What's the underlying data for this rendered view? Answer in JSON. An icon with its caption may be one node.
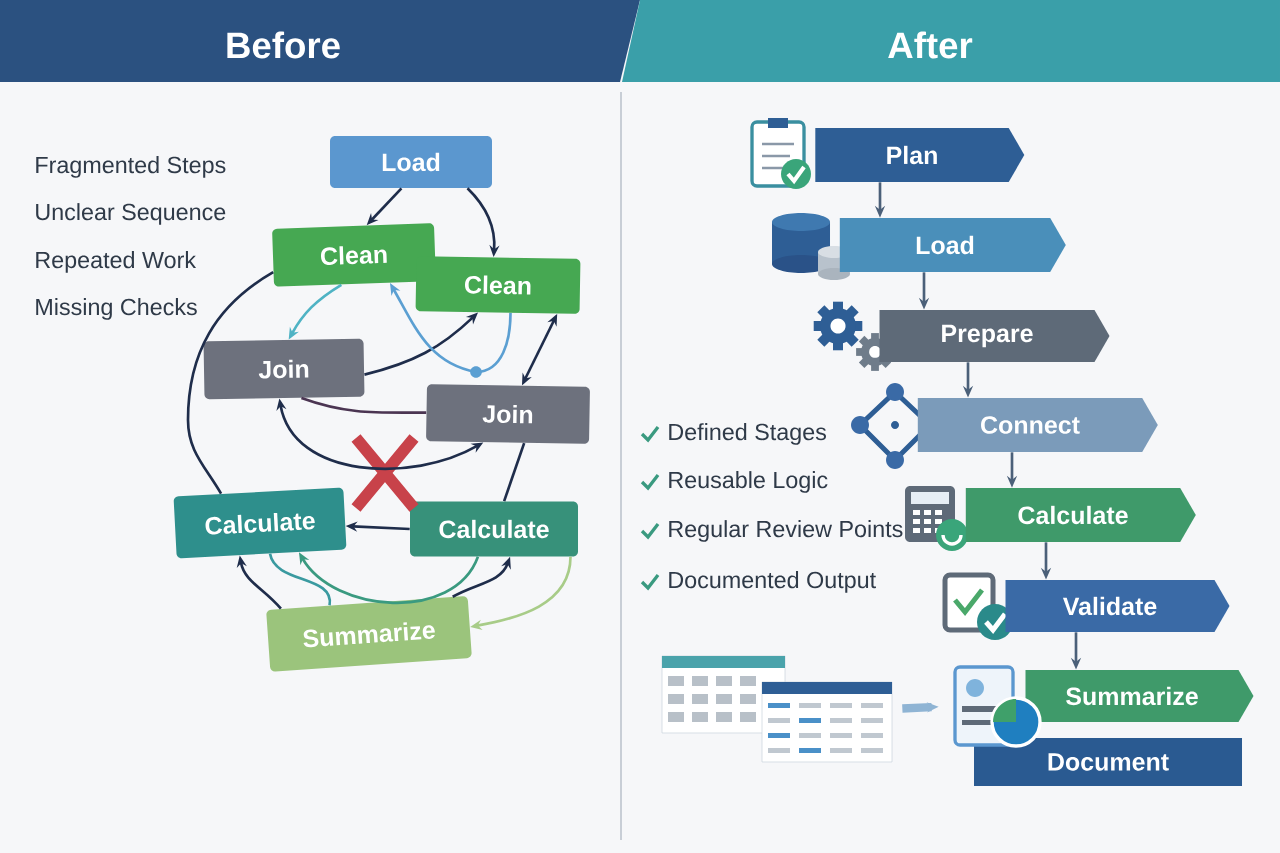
{
  "diagram": {
    "nodes": [
      {
        "text": [
          "Before"
        ]
      },
      {
        "text": [
          "After"
        ]
      },
      {
        "text": [
          "Load"
        ]
      },
      {
        "text": [
          "Clean"
        ]
      },
      {
        "text": [
          "Clean"
        ]
      },
      {
        "text": [
          "Join"
        ]
      },
      {
        "text": [
          "Join"
        ]
      },
      {
        "text": [
          "Calculate"
        ]
      },
      {
        "text": [
          "Calculate"
        ]
      },
      {
        "text": [
          "Summarize"
        ]
      },
      {
        "text": [
          "Plan"
        ]
      },
      {
        "text": [
          "Load"
        ]
      },
      {
        "text": [
          "Prepare"
        ]
      },
      {
        "text": [
          "Connect"
        ]
      },
      {
        "text": [
          "Calculate"
        ]
      },
      {
        "text": [
          "Validate"
        ]
      },
      {
        "text": [
          "Summarize"
        ]
      },
      {
        "text": [
          "Document"
        ]
      },
      {
        "text": [],
        "shape": "picture"
      },
      {
        "text": [],
        "shape": "picture"
      }
    ],
    "edges": [
      {
        "from": 2,
        "to": 3,
        "arrow": "to"
      },
      {
        "from": 2,
        "to": 4,
        "arrow": "to"
      },
      {
        "from": 3,
        "to": 5,
        "arrow": "to",
        "color": "#4fb3c4"
      },
      {
        "from": 5,
        "to": 4,
        "arrow": "to"
      },
      {
        "from": 4,
        "to": 3,
        "arrow": "to",
        "color": "#5b9fd2"
      },
      {
        "from": 4,
        "to": 6,
        "arrow": "both"
      },
      {
        "from": 5,
        "to": 6,
        "arrow": "none",
        "color": "#4b3552"
      },
      {
        "from": 5,
        "to": 6,
        "arrow": "both"
      },
      {
        "from": 6,
        "to": 8,
        "arrow": "none"
      },
      {
        "from": 3,
        "to": 7,
        "arrow": "none"
      },
      {
        "from": 8,
        "to": 7,
        "arrow": "to"
      },
      {
        "from": 8,
        "to": 7,
        "arrow": "to",
        "color": "#3a9a80"
      },
      {
        "from": 9,
        "to": 7,
        "arrow": "to"
      },
      {
        "from": 7,
        "to": 9,
        "arrow": "none",
        "color": "#3a9aa0"
      },
      {
        "from": 9,
        "to": 8,
        "arrow": "to"
      },
      {
        "from": 8,
        "to": 9,
        "arrow": "to",
        "color": "#a8cc88"
      },
      {
        "from": 10,
        "to": 11,
        "arrow": "to",
        "color": "#4b6079"
      },
      {
        "from": 11,
        "to": 12,
        "arrow": "to",
        "color": "#4b6079"
      },
      {
        "from": 12,
        "to": 13,
        "arrow": "to",
        "color": "#4b6079"
      },
      {
        "from": 13,
        "to": 14,
        "arrow": "to",
        "color": "#4b6079"
      },
      {
        "from": 14,
        "to": 15,
        "arrow": "to",
        "color": "#4b6079"
      },
      {
        "from": 15,
        "to": 16,
        "arrow": "to",
        "color": "#4b6079"
      },
      {
        "from": 18,
        "to": 19,
        "arrow": "to",
        "style": "thick",
        "color": "#8fb4d4"
      }
    ],
    "labels": [
      "Fragmented Steps",
      "Unclear Sequence",
      "Repeated Work",
      "Missing Checks",
      "Defined Stages",
      "Reusable Logic",
      "Regular Review Points",
      "Documented Output"
    ]
  }
}
